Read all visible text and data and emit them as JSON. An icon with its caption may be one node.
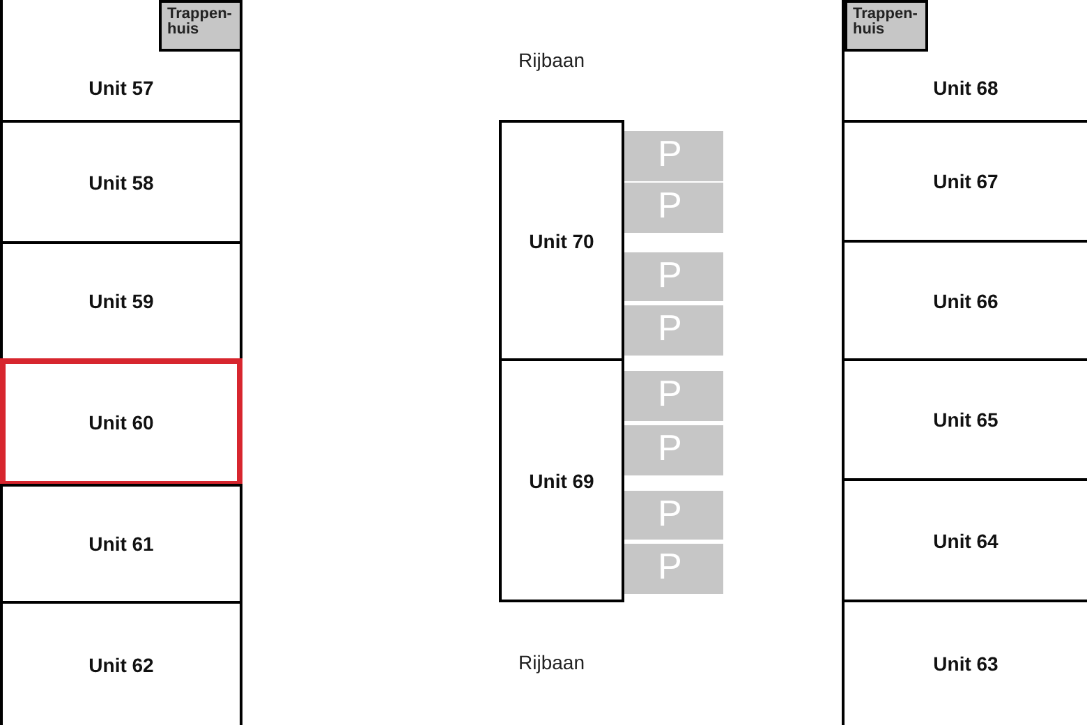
{
  "diagram": {
    "nodes": [
      {
        "text": [
          "Trappen-huis"
        ],
        "in": 1
      },
      {
        "text": [
          "Unit 57"
        ]
      },
      {
        "text": [
          "Unit 58"
        ]
      },
      {
        "text": [
          "Unit 59"
        ]
      },
      {
        "text": [
          "Unit 60"
        ]
      },
      {
        "text": [
          "Unit 61"
        ]
      },
      {
        "text": [
          "Unit 62"
        ]
      },
      {
        "text": [
          "Unit 70"
        ]
      },
      {
        "text": [
          "Unit 69"
        ]
      },
      {
        "text": [
          "P"
        ]
      },
      {
        "text": [
          "P"
        ]
      },
      {
        "text": [
          "P"
        ]
      },
      {
        "text": [
          "P"
        ]
      },
      {
        "text": [
          "P"
        ]
      },
      {
        "text": [
          "P"
        ]
      },
      {
        "text": [
          "P"
        ]
      },
      {
        "text": [
          "P"
        ]
      },
      {
        "text": [
          "Trappen-huis"
        ],
        "in": 18
      },
      {
        "text": [
          "Unit 68"
        ]
      },
      {
        "text": [
          "Unit 67"
        ]
      },
      {
        "text": [
          "Unit 66"
        ]
      },
      {
        "text": [
          "Unit 65"
        ]
      },
      {
        "text": [
          "Unit 64"
        ]
      },
      {
        "text": [
          "Unit 63"
        ]
      }
    ],
    "labels": [
      "Rijbaan",
      "Rijbaan"
    ]
  }
}
